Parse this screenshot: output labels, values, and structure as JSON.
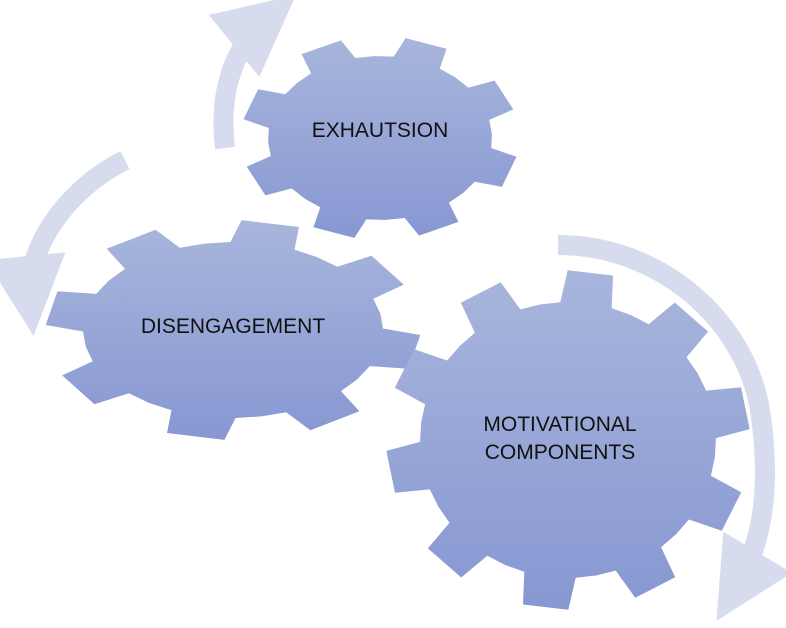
{
  "diagram": {
    "gears": [
      {
        "id": "exhaustion",
        "lines": [
          "EXHAUTSION"
        ]
      },
      {
        "id": "disengagement",
        "lines": [
          "DISENGAGEMENT"
        ]
      },
      {
        "id": "motivational",
        "lines": [
          "MOTIVATIONAL",
          "COMPONENTS"
        ]
      }
    ]
  },
  "colors": {
    "gear_top": "#a8b6dc",
    "gear_bottom": "#8797d2",
    "arrow": "#d6dcee",
    "text": "#111111"
  }
}
